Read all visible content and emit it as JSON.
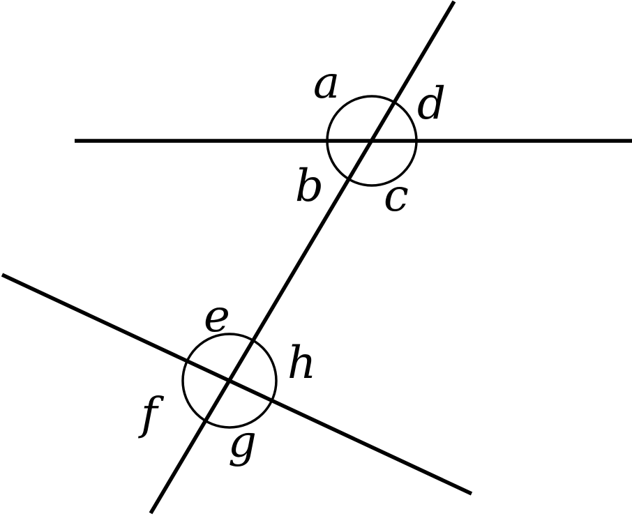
{
  "angle_labels": {
    "a": "a",
    "b": "b",
    "c": "c",
    "d": "d",
    "e": "e",
    "f": "f",
    "g": "g",
    "h": "h"
  },
  "colors": {
    "stroke": "#000000",
    "background": "#ffffff"
  }
}
